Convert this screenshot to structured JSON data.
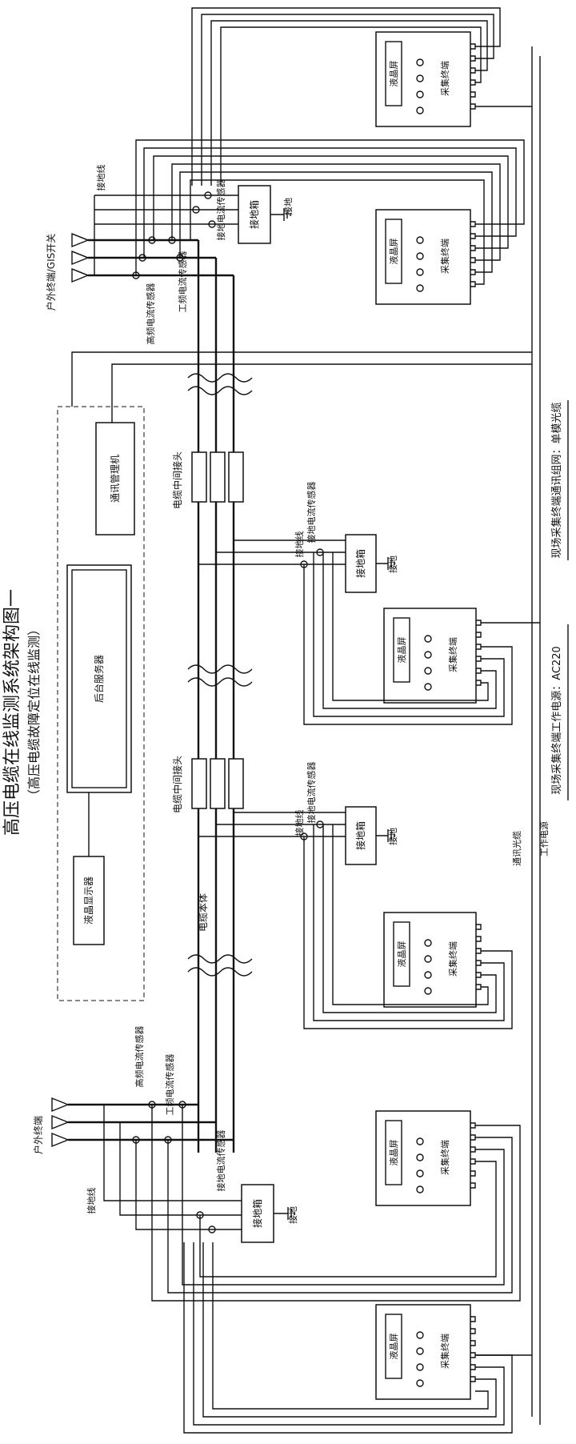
{
  "title": "高压电缆在线监测系统架构图一",
  "subtitle": "（高压电缆故障定位在线监测）",
  "top_labels": {
    "outdoor_gis": "户外终端/GIS开关",
    "ground_wire": "接地线",
    "ground_current_sensor": "接地电流传感器",
    "hf_sensor": "高频电流传感器",
    "pf_sensor": "工频电流传感器",
    "ground_box": "接地箱",
    "ground": "接地"
  },
  "bottom_labels": {
    "outdoor_terminal": "户外终端",
    "ground_wire": "接地线",
    "ground_current_sensor": "接地电流传感器",
    "hf_sensor": "高频电流传感器",
    "pf_sensor": "工频电流传感器",
    "ground_box": "接地箱",
    "ground": "接地"
  },
  "joint_labels": {
    "joint": "电缆中间接头",
    "ground_wire": "接地线",
    "ground_current_sensor": "接地电流传感器",
    "ground_box": "接地箱",
    "ground": "接地"
  },
  "cable_body": "电缆本体",
  "backend": {
    "comm_manager": "通讯管理机",
    "server": "后台服务器",
    "lcd_monitor": "液晶显示器"
  },
  "terminal": {
    "lcd": "液晶屏",
    "name": "采集终端"
  },
  "wiring": {
    "comm_fiber": "通讯光缆",
    "power": "工作电源",
    "network_note": "现场采集终端通讯组网：单模光缆",
    "power_note": "现场采集终端工作电源：AC220"
  }
}
